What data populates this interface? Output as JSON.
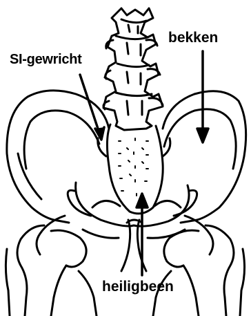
{
  "labels": {
    "si_joint": "SI-gewricht",
    "pelvis": "bekken",
    "sacrum": "heiligbeen"
  },
  "colors": {
    "ink": "#000000",
    "background": "#ffffff"
  }
}
